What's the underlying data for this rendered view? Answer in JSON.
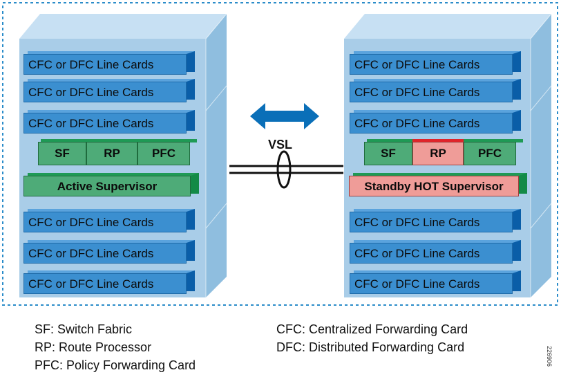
{
  "left_chassis": {
    "top_cards": [
      "CFC or DFC Line Cards",
      "CFC or DFC Line Cards",
      "CFC or DFC Line Cards"
    ],
    "supervisor_modules": [
      "SF",
      "RP",
      "PFC"
    ],
    "supervisor_label": "Active Supervisor",
    "bottom_cards": [
      "CFC or DFC Line Cards",
      "CFC or DFC Line Cards",
      "CFC or DFC Line Cards"
    ]
  },
  "right_chassis": {
    "top_cards": [
      "CFC or DFC Line Cards",
      "CFC or DFC Line Cards",
      "CFC or DFC Line Cards"
    ],
    "supervisor_modules": [
      "SF",
      "RP",
      "PFC"
    ],
    "supervisor_label": "Standby HOT Supervisor",
    "bottom_cards": [
      "CFC or DFC Line Cards",
      "CFC or DFC Line Cards",
      "CFC or DFC Line Cards"
    ]
  },
  "link": {
    "label": "VSL"
  },
  "legend": {
    "left": [
      "SF: Switch Fabric",
      "RP: Route Processor",
      "PFC: Policy Forwarding Card"
    ],
    "right": [
      "CFC: Centralized Forwarding Card",
      "DFC: Distributed Forwarding Card"
    ]
  },
  "figure_id": "226906",
  "colors": {
    "card_blue": "#3b8fd0",
    "supervisor_green": "#4eab78",
    "standby_pink": "#ef9c98",
    "rp_red_cap": "#e0242a",
    "arrow_blue": "#0a6fb8",
    "chassis_blue": "#a9cde8",
    "boundary_blue": "#2a8cc9"
  }
}
